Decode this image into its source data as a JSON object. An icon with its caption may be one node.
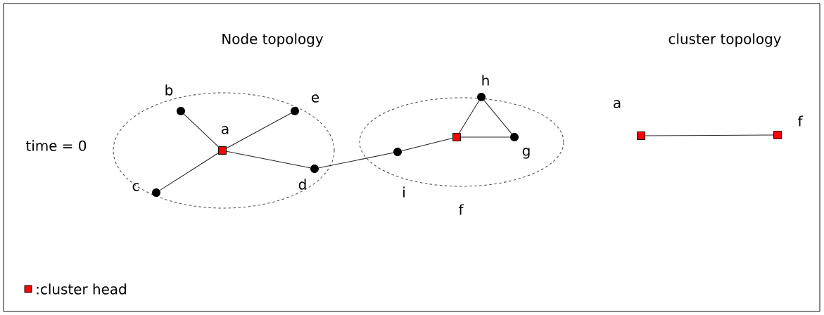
{
  "diagram": {
    "nodes": [
      {
        "text": [],
        "shape": "ellipse"
      },
      {
        "text": [],
        "shape": "circle",
        "beside": [
          "b"
        ],
        "in": 0
      },
      {
        "text": [],
        "shape": "circle",
        "beside": [
          "e"
        ],
        "in": 0
      },
      {
        "text": [],
        "shape": "box",
        "beside": [
          "a"
        ],
        "in": 0
      },
      {
        "text": [],
        "shape": "circle",
        "beside": [
          "c"
        ],
        "in": 0
      },
      {
        "text": [],
        "shape": "circle",
        "beside": [
          "d"
        ],
        "in": 0
      },
      {
        "text": [],
        "shape": "ellipse",
        "beside": [
          "f"
        ]
      },
      {
        "text": [],
        "shape": "circle",
        "beside": [
          "h"
        ],
        "in": 6
      },
      {
        "text": [],
        "shape": "box",
        "in": 6
      },
      {
        "text": [],
        "shape": "circle",
        "beside": [
          "g"
        ],
        "in": 6
      },
      {
        "text": [],
        "shape": "circle",
        "beside": [
          "i"
        ],
        "in": 6
      },
      {
        "text": [],
        "shape": "box",
        "beside": [
          "a"
        ]
      },
      {
        "text": [],
        "shape": "box",
        "beside": [
          "f"
        ]
      }
    ],
    "edges": [
      {
        "from": 3,
        "to": 1,
        "arrow": "none"
      },
      {
        "from": 3,
        "to": 2,
        "arrow": "none"
      },
      {
        "from": 3,
        "to": 4,
        "arrow": "none"
      },
      {
        "from": 3,
        "to": 5,
        "arrow": "none"
      },
      {
        "from": 5,
        "to": 10,
        "arrow": "none"
      },
      {
        "from": 10,
        "to": 8,
        "arrow": "none"
      },
      {
        "from": 8,
        "to": 7,
        "arrow": "none"
      },
      {
        "from": 7,
        "to": 9,
        "arrow": "none"
      },
      {
        "from": 8,
        "to": 9,
        "arrow": "none"
      },
      {
        "from": 11,
        "to": 12,
        "arrow": "none"
      }
    ],
    "labels": [
      "Node topology",
      "cluster topology",
      "time = 0"
    ],
    "legend": [
      {
        "text": ":cluster head",
        "color": "#ff0000"
      }
    ]
  }
}
